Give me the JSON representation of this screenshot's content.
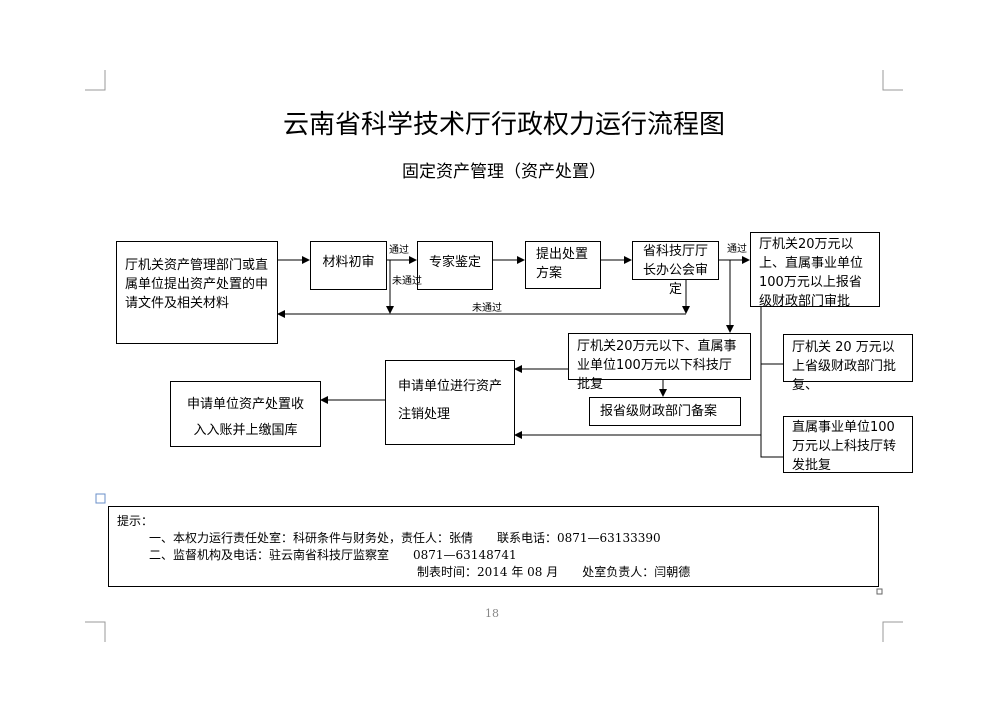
{
  "title": "云南省科学技术厅行政权力运行流程图",
  "subtitle": "固定资产管理（资产处置）",
  "flow": {
    "submit": "厅机关资产管理部门或直属单位提出资产处置的申请文件及相关材料",
    "initial_review": "材料初审",
    "expert": "专家鉴定",
    "proposal": "提出处置方案",
    "office_meeting": "省科技厅厅长办公会审定",
    "above_limit": "厅机关20万元以上、直属事业单位100万元以上报省级财政部门审批",
    "below_limit": "厅机关20万元以下、直属事业单位100万元以下科技厅批复",
    "filing": "报省级财政部门备案",
    "finance_approval": "厅机关 20 万元以上省级财政部门批复、",
    "forward_approval": "直属事业单位100万元以上科技厅转发批复",
    "write_off": "申请单位进行资产注销处理",
    "income": "申请单位资产处置收入入账并上缴国库",
    "pass1": "通过",
    "fail1": "未通过",
    "fail2": "未通过",
    "pass2": "通过"
  },
  "notes": {
    "heading": "提示：",
    "line1": "一、本权力运行责任处室：科研条件与财务处，责任人：张倩　　联系电话：0871—63133390",
    "line2": "二、监督机构及电话：驻云南省科技厅监察室　　0871—63148741",
    "line3": "制表时间：2014 年 08 月　　处室负责人：闫朝德"
  },
  "page_number": "18"
}
